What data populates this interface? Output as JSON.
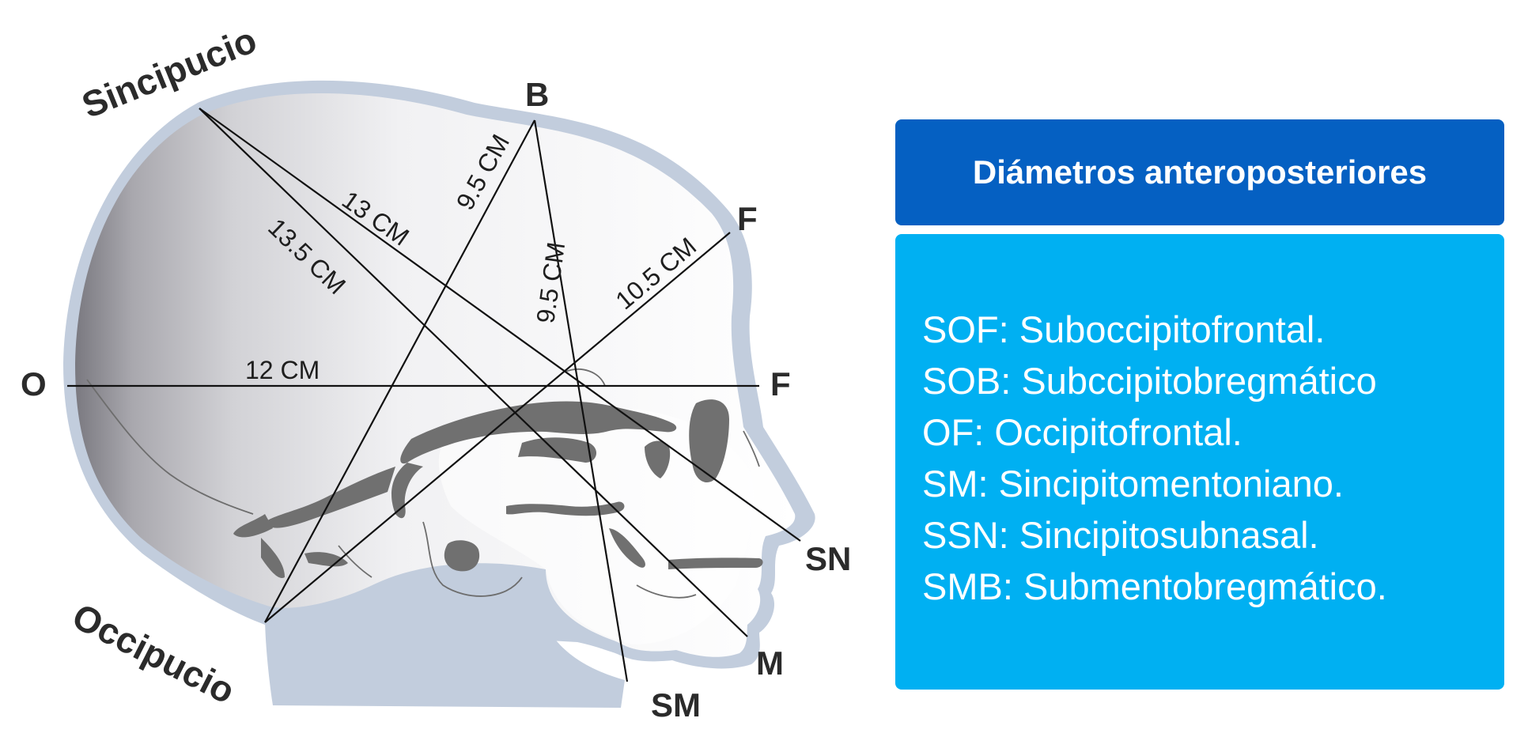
{
  "title": "Diámetros anteroposteriores",
  "regions": {
    "sincipucio": "Sincipucio",
    "occipucio": "Occipucio"
  },
  "points": {
    "B": "B",
    "F_upper": "F",
    "F_mid": "F",
    "O": "O",
    "SN": "SN",
    "M": "M",
    "SM": "SM"
  },
  "measurements": {
    "of": "12 CM",
    "ssn": "13 CM",
    "sm": "13.5 CM",
    "sob": "9.5 CM",
    "smb": "9.5 CM",
    "sof": "10.5 CM"
  },
  "definitions": [
    "SOF: Suboccipitofrontal.",
    "SOB: Subccipitobregmático",
    "OF: Occipitofrontal.",
    "SM: Sincipitomentoniano.",
    "SSN: Sincipitosubnasal.",
    "SMB: Submentobregmático."
  ],
  "colors": {
    "title_bg": "#0560c2",
    "body_bg": "#00b0f2",
    "skull_outline": "#c2cddd",
    "bone": "#707070"
  }
}
